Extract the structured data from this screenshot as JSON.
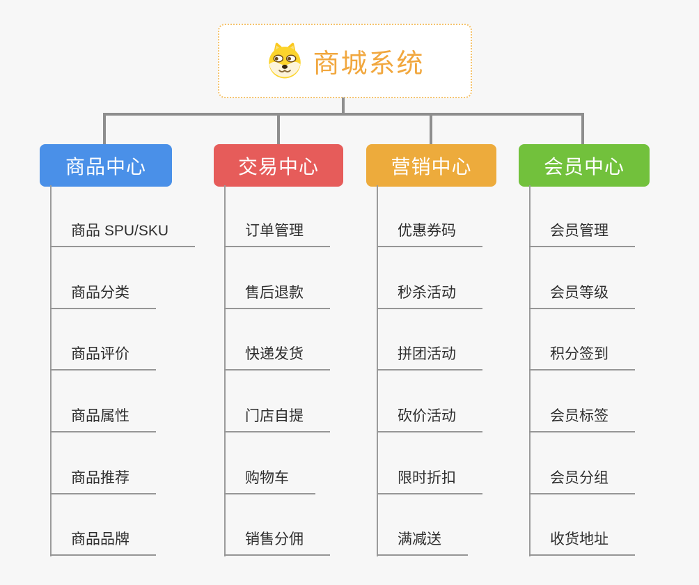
{
  "root": {
    "title": "商城系统",
    "icon": "doge-icon",
    "title_color": "#f1a73e",
    "border_color": "#f5c36c"
  },
  "connector_color": "#8e8e8e",
  "background_color": "#f7f7f7",
  "branches": [
    {
      "label": "商品中心",
      "color": "#4a90e8",
      "items": [
        "商品 SPU/SKU",
        "商品分类",
        "商品评价",
        "商品属性",
        "商品推荐",
        "商品品牌"
      ]
    },
    {
      "label": "交易中心",
      "color": "#e65c5a",
      "items": [
        "订单管理",
        "售后退款",
        "快递发货",
        "门店自提",
        "购物车",
        "销售分佣"
      ]
    },
    {
      "label": "营销中心",
      "color": "#edab3c",
      "items": [
        "优惠券码",
        "秒杀活动",
        "拼团活动",
        "砍价活动",
        "限时折扣",
        "满减送"
      ]
    },
    {
      "label": "会员中心",
      "color": "#72c13c",
      "items": [
        "会员管理",
        "会员等级",
        "积分签到",
        "会员标签",
        "会员分组",
        "收货地址"
      ]
    }
  ]
}
